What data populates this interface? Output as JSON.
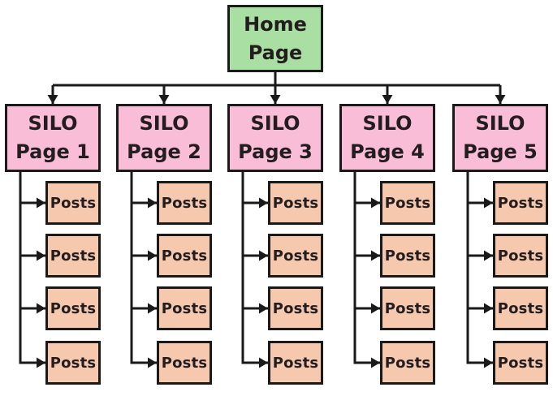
{
  "diagram": {
    "home": {
      "line1": "Home",
      "line2": "Page"
    },
    "posts_label": "Posts",
    "silos": [
      {
        "line1": "SILO",
        "line2": "Page 1"
      },
      {
        "line1": "SILO",
        "line2": "Page 2"
      },
      {
        "line1": "SILO",
        "line2": "Page 3"
      },
      {
        "line1": "SILO",
        "line2": "Page 4"
      },
      {
        "line1": "SILO",
        "line2": "Page 5"
      }
    ],
    "colors": {
      "home_fill": "#a9dfa2",
      "silo_fill": "#f9bdd8",
      "post_fill": "#f6c9af",
      "line": "#1a1a1a",
      "text": "#231d1f",
      "background": "#ffffff"
    }
  }
}
